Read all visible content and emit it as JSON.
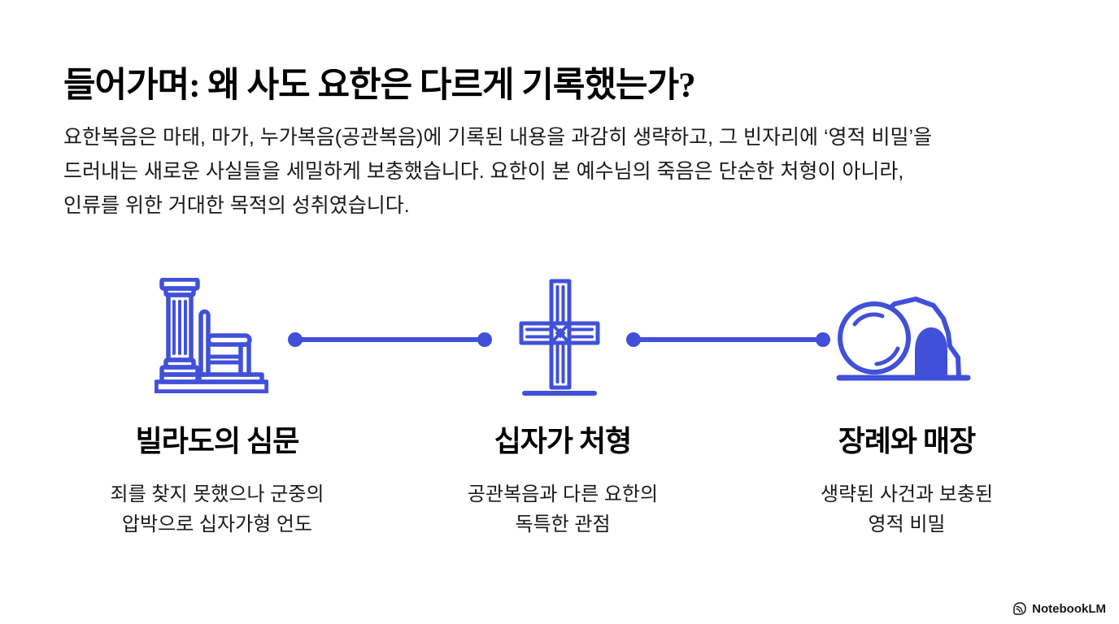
{
  "slide": {
    "title": "들어가며: 왜 사도 요한은 다르게 기록했는가?",
    "intro_lines": [
      "요한복음은 마태, 마가, 누가복음(공관복음)에 기록된 내용을 과감히 생략하고, 그 빈자리에 ‘영적 비밀’을",
      "드러내는 새로운 사실들을 세밀하게 보충했습니다. 요한이 본 예수님의 죽음은 단순한 처형이 아니라,",
      "인류를 위한 거대한 목적의 성취였습니다."
    ],
    "steps": [
      {
        "icon": "pilate-judgment-seat-icon",
        "title": "빌라도의 심문",
        "desc_lines": [
          "죄를 찾지 못했으나 군중의",
          "압박으로 십자가형 언도"
        ]
      },
      {
        "icon": "cross-icon",
        "title": "십자가 처형",
        "desc_lines": [
          "공관복음과 다른 요한의",
          "독특한 관점"
        ]
      },
      {
        "icon": "empty-tomb-icon",
        "title": "장례와 매장",
        "desc_lines": [
          "생략된 사건과 보충된",
          "영적 비밀"
        ]
      }
    ],
    "footer": {
      "brand": "NotebookLM"
    },
    "colors": {
      "accent": "#4150D9",
      "text": "#111111",
      "background": "#FFFFFF"
    }
  }
}
